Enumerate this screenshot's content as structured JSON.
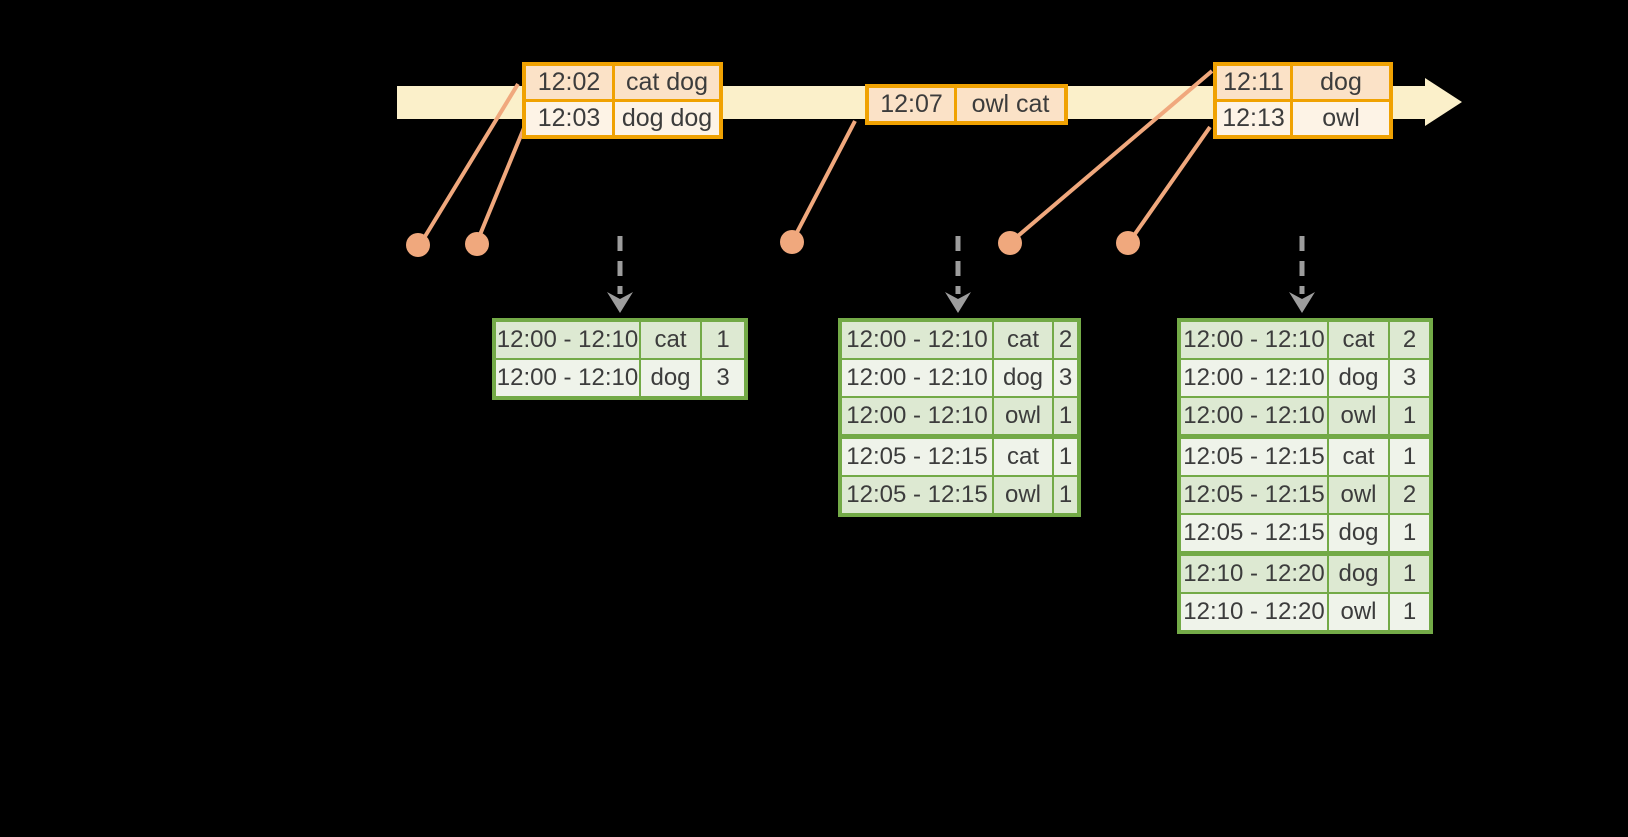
{
  "colors": {
    "background": "#000000",
    "band": "#FBF0CA",
    "gold": "#F0A202",
    "peach": "#FBE2C7",
    "cream": "#FDF3E6",
    "salmon": "#F0A87D",
    "green": "#73AA47",
    "sage_dark": "#DDE9D2",
    "sage_light": "#EFF3EA",
    "arrow_gray": "#9D9D9D",
    "text": "#3C3C3C"
  },
  "timeline": {
    "type": "event-time-axis",
    "arrow_direction": "right"
  },
  "event_tables": [
    {
      "rows": [
        {
          "time": "12:02",
          "words": "cat dog"
        },
        {
          "time": "12:03",
          "words": "dog dog"
        }
      ]
    },
    {
      "rows": [
        {
          "time": "12:07",
          "words": "owl cat"
        }
      ]
    },
    {
      "rows": [
        {
          "time": "12:11",
          "words": "dog"
        },
        {
          "time": "12:13",
          "words": "owl"
        }
      ]
    }
  ],
  "result_tables": [
    {
      "group_starts": [],
      "rows": [
        {
          "window": "12:00 - 12:10",
          "word": "cat",
          "count": "1"
        },
        {
          "window": "12:00 - 12:10",
          "word": "dog",
          "count": "3"
        }
      ]
    },
    {
      "group_starts": [
        3
      ],
      "rows": [
        {
          "window": "12:00 - 12:10",
          "word": "cat",
          "count": "2"
        },
        {
          "window": "12:00 - 12:10",
          "word": "dog",
          "count": "3"
        },
        {
          "window": "12:00 - 12:10",
          "word": "owl",
          "count": "1"
        },
        {
          "window": "12:05 - 12:15",
          "word": "cat",
          "count": "1"
        },
        {
          "window": "12:05 - 12:15",
          "word": "owl",
          "count": "1"
        }
      ]
    },
    {
      "group_starts": [
        3,
        6
      ],
      "rows": [
        {
          "window": "12:00 - 12:10",
          "word": "cat",
          "count": "2"
        },
        {
          "window": "12:00 - 12:10",
          "word": "dog",
          "count": "3"
        },
        {
          "window": "12:00 - 12:10",
          "word": "owl",
          "count": "1"
        },
        {
          "window": "12:05 - 12:15",
          "word": "cat",
          "count": "1"
        },
        {
          "window": "12:05 - 12:15",
          "word": "owl",
          "count": "2"
        },
        {
          "window": "12:05 - 12:15",
          "word": "dog",
          "count": "1"
        },
        {
          "window": "12:10 - 12:20",
          "word": "dog",
          "count": "1"
        },
        {
          "window": "12:10 - 12:20",
          "word": "owl",
          "count": "1"
        }
      ]
    }
  ]
}
